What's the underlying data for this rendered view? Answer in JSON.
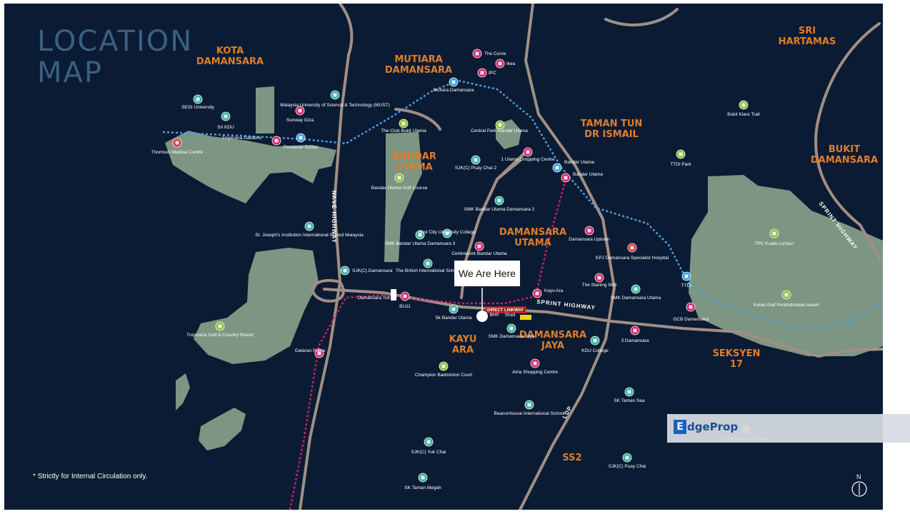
{
  "map": {
    "title_line1": "LOCATION",
    "title_line2": "MAP",
    "marker_label": "We Are Here",
    "footnote": "* Strictly for Internal Circulation only.",
    "north_label": "N",
    "areas": [
      {
        "id": "kota-damansara",
        "lines": [
          "KOTA",
          "DAMANSARA"
        ]
      },
      {
        "id": "mutiara-damansara",
        "lines": [
          "MUTIARA",
          "DAMANSARA"
        ]
      },
      {
        "id": "sri-hartamas",
        "lines": [
          "SRI",
          "HARTAMAS"
        ]
      },
      {
        "id": "taman-tun-dr-ismail",
        "lines": [
          "TAMAN TUN",
          "DR ISMAIL"
        ]
      },
      {
        "id": "bukit-damansara",
        "lines": [
          "BUKIT",
          "DAMANSARA"
        ]
      },
      {
        "id": "bandar-utama",
        "lines": [
          "BANDAR",
          "UTAMA"
        ]
      },
      {
        "id": "damansara-utama",
        "lines": [
          "DAMANSARA",
          "UTAMA"
        ]
      },
      {
        "id": "kayu-ara",
        "lines": [
          "KAYU",
          "ARA"
        ]
      },
      {
        "id": "damansara-jaya",
        "lines": [
          "DAMANSARA",
          "JAYA"
        ]
      },
      {
        "id": "seksyen-17",
        "lines": [
          "SEKSYEN",
          "17"
        ]
      },
      {
        "id": "ss2",
        "lines": [
          "SS2"
        ]
      }
    ],
    "roads": {
      "nkve": "NKVE HIGHWAY",
      "sprint": "SPRINT HIGHWAY",
      "sprint_east": "SPRINT HIGHWAY",
      "ldp": "LDP",
      "direct_link": "DIRECT LINKWAY"
    },
    "pois": [
      {
        "id": "the-curve",
        "type": "mall",
        "label": "The Curve"
      },
      {
        "id": "ikea",
        "type": "mall",
        "label": "Ikea"
      },
      {
        "id": "ipc",
        "type": "mall",
        "label": "IPC"
      },
      {
        "id": "mutiara-damansara-stn",
        "type": "mrt",
        "label": "Mutiara Damansara"
      },
      {
        "id": "segi",
        "type": "school",
        "label": "SEGI University"
      },
      {
        "id": "sri-kdu",
        "type": "school",
        "label": "Sri KDU"
      },
      {
        "id": "sunway-giza",
        "type": "mall",
        "label": "Sunway Giza"
      },
      {
        "id": "must",
        "type": "school",
        "label": "Malaysia University of Science & Technology (MUST)"
      },
      {
        "id": "tropicana-gardens",
        "type": "mall",
        "label": "Tropicana Gardens"
      },
      {
        "id": "persiaran-surian",
        "type": "mrt",
        "label": "Persiaran Surian"
      },
      {
        "id": "thomson",
        "type": "hospital",
        "label": "Thomson Medical Centre"
      },
      {
        "id": "the-club",
        "type": "park",
        "label": "The Club Bukit Utama"
      },
      {
        "id": "central-park",
        "type": "park",
        "label": "Central Park Bandar Utama"
      },
      {
        "id": "1-utama",
        "type": "mall",
        "label": "1 Utama Shopping Centre"
      },
      {
        "id": "sjkc-puay-chai-2",
        "type": "school",
        "label": "SJK(C) Puay Chai 2"
      },
      {
        "id": "bu-golf",
        "type": "park",
        "label": "Bandar Utama Golf Course"
      },
      {
        "id": "bu-stn",
        "type": "mrt",
        "label": "Bandar Utama"
      },
      {
        "id": "bu-lrt",
        "type": "train",
        "label": "Bandar Utama"
      },
      {
        "id": "smk-bu-2",
        "type": "school",
        "label": "SMK Bandar Utama Damansara 2"
      },
      {
        "id": "smk-bu-3",
        "type": "school",
        "label": "SMK Bandar Utama Damansara 3"
      },
      {
        "id": "first-city",
        "type": "school",
        "label": "First City University College"
      },
      {
        "id": "centrepoint",
        "type": "mall",
        "label": "Centrepoint Bandar Utama"
      },
      {
        "id": "british-school",
        "type": "school",
        "label": "The British International School"
      },
      {
        "id": "st-josephs",
        "type": "school",
        "label": "St. Joseph's Institution International School Malaysia"
      },
      {
        "id": "sjkc-damansara",
        "type": "school",
        "label": "SJK(C) Damansara"
      },
      {
        "id": "damansara-toll",
        "type": "text",
        "label": "Damansara Toll"
      },
      {
        "id": "bu11",
        "type": "train",
        "label": "BU11"
      },
      {
        "id": "sk-bandar-utama",
        "type": "school",
        "label": "Sk Bandar Utama"
      },
      {
        "id": "bhp",
        "type": "text",
        "label": "BHP"
      },
      {
        "id": "shell",
        "type": "text",
        "label": "Shell"
      },
      {
        "id": "kayu-ara-stn",
        "type": "train",
        "label": "Kayu Ara"
      },
      {
        "id": "damansara-uptown",
        "type": "mall",
        "label": "Damansara Uptown"
      },
      {
        "id": "kpj",
        "type": "hospital",
        "label": "KPJ Damansara Specialist Hospital"
      },
      {
        "id": "starling",
        "type": "mall",
        "label": "The Starling Mall"
      },
      {
        "id": "smk-du",
        "type": "school",
        "label": "SMK Damansara Utama"
      },
      {
        "id": "gcb",
        "type": "mall",
        "label": "GCB Damansara"
      },
      {
        "id": "ttdi-stn",
        "type": "mrt",
        "label": "TTDI"
      },
      {
        "id": "ttdi-park",
        "type": "park",
        "label": "TTDI Park"
      },
      {
        "id": "bukit-kiara",
        "type": "park",
        "label": "Bukit Kiara Trail"
      },
      {
        "id": "tpc",
        "type": "park",
        "label": "TPC Kuala Lumpur"
      },
      {
        "id": "kelab-golf",
        "type": "park",
        "label": "Kelab Golf Perkhidmatan Awam"
      },
      {
        "id": "tropicana-golf",
        "type": "park",
        "label": "Tropicana Golf & Country Resort"
      },
      {
        "id": "dataran-prima",
        "type": "train",
        "label": "Dataran Prima"
      },
      {
        "id": "smk-dj",
        "type": "school",
        "label": "SMK Damansara Jaya"
      },
      {
        "id": "kdu-college",
        "type": "school",
        "label": "KDU College"
      },
      {
        "id": "3-damansara",
        "type": "mall",
        "label": "3 Damansara"
      },
      {
        "id": "atria",
        "type": "mall",
        "label": "Atria Shopping Centre"
      },
      {
        "id": "champion-court",
        "type": "park",
        "label": "Champion Badminton Court"
      },
      {
        "id": "beaconhouse",
        "type": "school",
        "label": "Beaconhouse International School"
      },
      {
        "id": "sk-taman-sea",
        "type": "school",
        "label": "SK Taman Sea"
      },
      {
        "id": "sjkc-yuk-chai",
        "type": "school",
        "label": "SJK(C) Yuk Chai"
      },
      {
        "id": "sk-taman-megah",
        "type": "school",
        "label": "SK Taman Megah"
      },
      {
        "id": "sjkc-puay-chai",
        "type": "school",
        "label": "SJK(C) Puay Chai"
      },
      {
        "id": "columbia",
        "type": "hospital",
        "label": "Columbia Asia Hospital"
      }
    ]
  },
  "watermark": {
    "mark": "E",
    "word": "dgeProp"
  },
  "colors": {
    "background": "#0b1b33",
    "green_area": "#7d9583",
    "road": "#a08f85",
    "area_label": "#e07d2a",
    "mrt_line": "#4a9fe0",
    "lrt_line": "#d0206e",
    "school": "#38b2a0",
    "mall": "#d8246e",
    "park": "#8cbf3f",
    "mrt": "#3a9ee0",
    "hospital": "#e0303a"
  }
}
